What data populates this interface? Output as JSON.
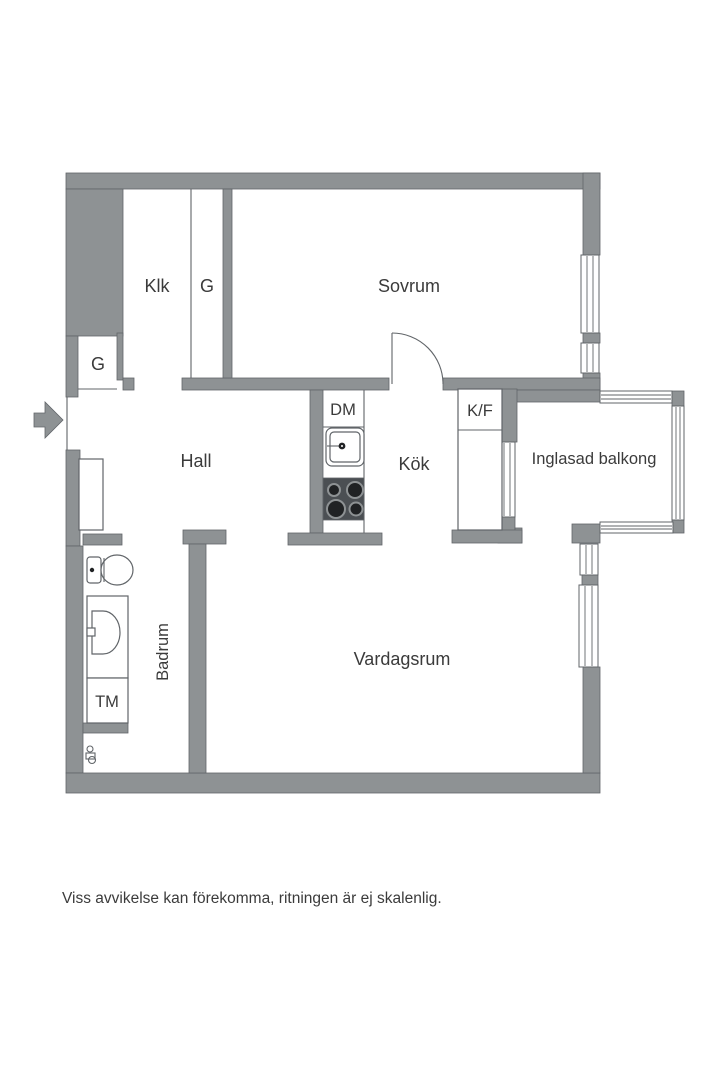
{
  "colors": {
    "wall": "#8e9294",
    "outline": "#616569",
    "text": "#3b3b3b",
    "stove_body": "#4b4f53",
    "burner": "#202224",
    "burner_ring": "#8e9294"
  },
  "rooms": {
    "sovrum": "Sovrum",
    "hall": "Hall",
    "kok": "Kök",
    "badrum": "Badrum",
    "vardagsrum": "Vardagsrum",
    "balkong": "Inglasad balkong"
  },
  "storage": {
    "klk": "Klk",
    "g_strip": "G",
    "g_closet": "G"
  },
  "appliances": {
    "dm": "DM",
    "kf": "K/F",
    "tm": "TM"
  },
  "footer": {
    "disclaimer": "Viss avvikelse kan förekomma, ritningen är ej skalenlig."
  }
}
